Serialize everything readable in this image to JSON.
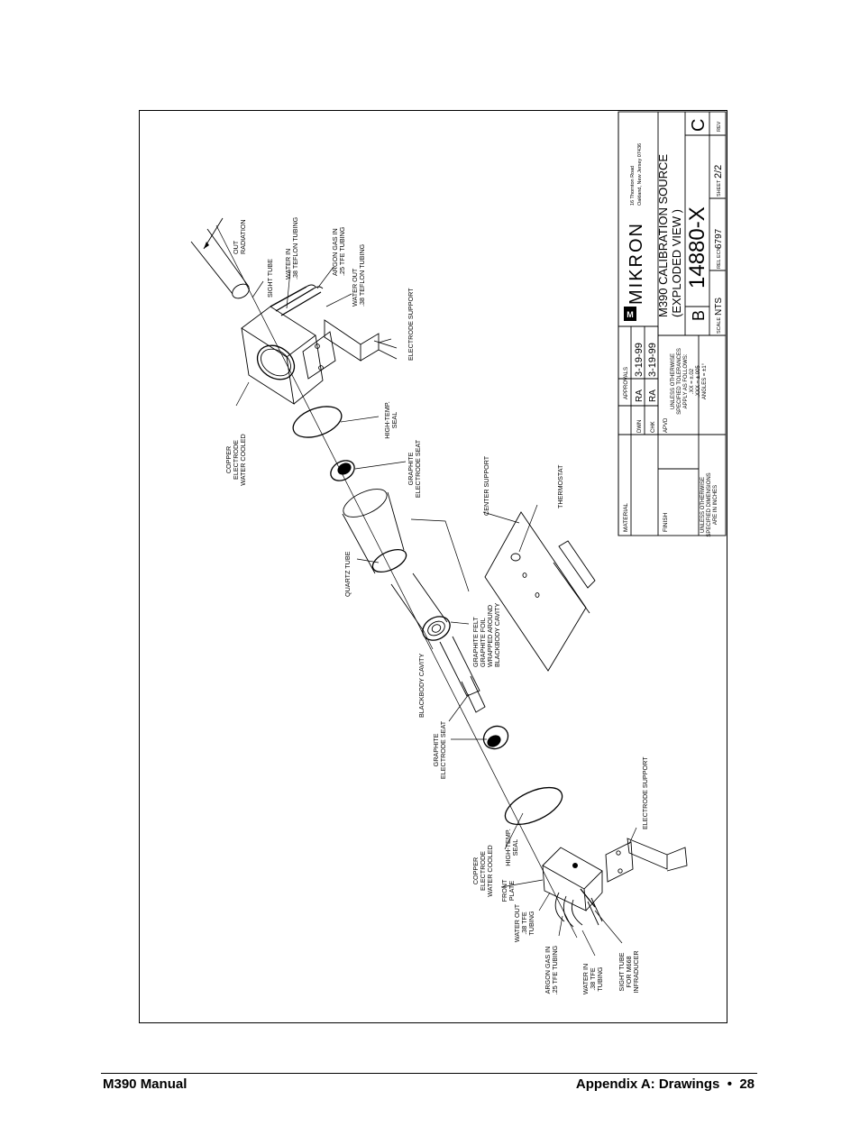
{
  "footer": {
    "manual_title": "M390 Manual",
    "section": "Appendix A: Drawings",
    "bullet": "•",
    "page_number": "28"
  },
  "title_block": {
    "material_label": "MATERIAL",
    "finish_label": "FINISH",
    "dims_note": [
      "UNLESS OTHERWISE",
      "SPECIFIED DIMENSIONS",
      "ARE IN INCHES"
    ],
    "approvals_label": "APPROVALS",
    "approvals": [
      {
        "role": "DWN",
        "initials": "RA",
        "date": "3-19-99"
      },
      {
        "role": "CHK",
        "initials": "RA",
        "date": "3-19-99"
      },
      {
        "role": "APVD",
        "initials": "",
        "date": ""
      }
    ],
    "tolerance_note": [
      "UNLESS OTHERWISE",
      "SPECIFIED TOLERANCES",
      "APPLY AS FOLLOWS:",
      ".XX = ±.02",
      ".XXX = ±.005",
      "ANGLES = ±1°"
    ],
    "company": "MIKRON",
    "address": [
      "16 Thornton Road",
      "Oakland, New Jersey 07436"
    ],
    "title": [
      "M390 CALIBRATION SOURCE",
      "(EXPLODED VIEW )"
    ],
    "size": "B",
    "drawing_number": "14880-X",
    "rev_letter": "C",
    "scale_label": "SCALE",
    "scale_value": "NTS",
    "rel_ecn_label": "REL ECN",
    "rel_ecn_value": "6797",
    "sheet_label": "SHEET",
    "sheet_value": "2/2",
    "rev_label": "REV"
  },
  "callouts": {
    "out_radiation": [
      "OUT",
      "RADIATION"
    ],
    "sight_tube": [
      "SIGHT TUBE"
    ],
    "water_in_teflon": [
      "WATER IN",
      ".38 TEFLON TUBING"
    ],
    "argon_gas_in_tfe": [
      "ARGON GAS IN",
      ".25 TFE TUBING"
    ],
    "water_out_teflon": [
      "WATER OUT",
      ".38 TEFLON TUBING"
    ],
    "electrode_support_top": [
      "ELECTRODE SUPPORT"
    ],
    "copper_electrode_top": [
      "COPPER",
      "ELECTRODE",
      "WATER COOLED"
    ],
    "high_temp_seal_top": [
      "HIGH-TEMP.",
      "SEAL"
    ],
    "graphite_seat_top": [
      "GRAPHITE",
      "ELECTRODE SEAT"
    ],
    "center_support": [
      "CENTER SUPPORT"
    ],
    "thermostat": [
      "THERMOSTAT"
    ],
    "quartz_tube": [
      "QUARTZ TUBE"
    ],
    "graphite_felt": [
      "GRAPHITE FELT",
      "GRAPHITE FOIL",
      "WRAPPED AROUND",
      "BLACKBODY CAVITY"
    ],
    "blackbody_cavity": [
      "BLACKBODY CAVITY"
    ],
    "graphite_seat_bottom": [
      "GRAPHITE",
      "ELECTRODE SEAT"
    ],
    "electrode_support_bottom": [
      "ELECTRODE SUPPORT"
    ],
    "high_temp_seal_bottom": [
      "HIGH-TEMP.",
      "SEAL"
    ],
    "copper_electrode_bottom": [
      "COPPER",
      "ELECTRODE",
      "WATER COOLED"
    ],
    "front_plate": [
      "FRONT",
      "PLATE"
    ],
    "water_out_tfe": [
      "WATER OUT",
      ".38 TFE",
      "TUBING"
    ],
    "argon_gas_in_bottom": [
      "ARGON GAS IN",
      ".25 TFE TUBING"
    ],
    "water_in_tfe": [
      "WATER IN",
      ".38 TFE",
      "TUBING"
    ],
    "sight_tube_m668": [
      "SIGHT TUBE",
      "FOR M668",
      "INFRADUCER"
    ]
  }
}
